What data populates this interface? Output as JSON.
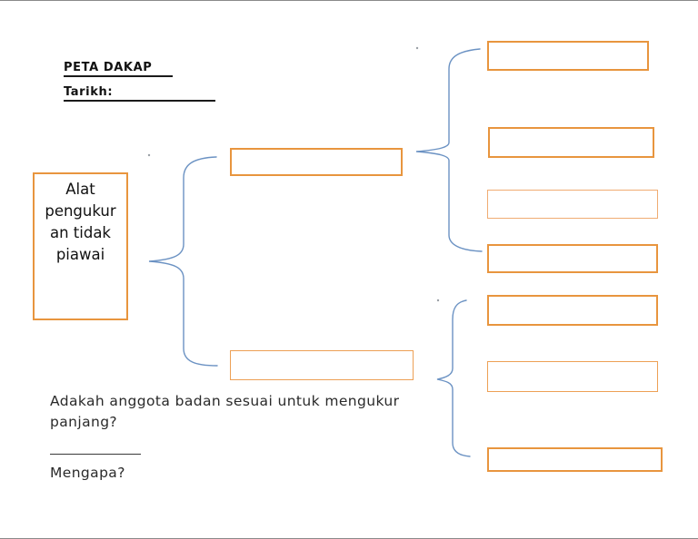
{
  "header": {
    "title": "PETA DAKAP",
    "date_label": "Tarikh:"
  },
  "map": {
    "root_box": {
      "lines": [
        "Alat",
        "pengukur",
        "an tidak",
        "piawai"
      ]
    },
    "branch_boxes": [
      {
        "value": ""
      },
      {
        "value": ""
      }
    ],
    "leaf_boxes": [
      {
        "value": ""
      },
      {
        "value": ""
      },
      {
        "value": ""
      },
      {
        "value": ""
      },
      {
        "value": ""
      },
      {
        "value": ""
      },
      {
        "value": ""
      }
    ]
  },
  "footer": {
    "question": "Adakah anggota badan sesuai untuk mengukur panjang?",
    "why_label": "Mengapa?"
  },
  "colors": {
    "box_border": "#E8953E",
    "box_border_light": "#F0AC72",
    "box_border_medium": "#EDA055",
    "brace_line": "#6B92C3",
    "heading_text": "#111111",
    "body_text": "#2A2A2A"
  }
}
